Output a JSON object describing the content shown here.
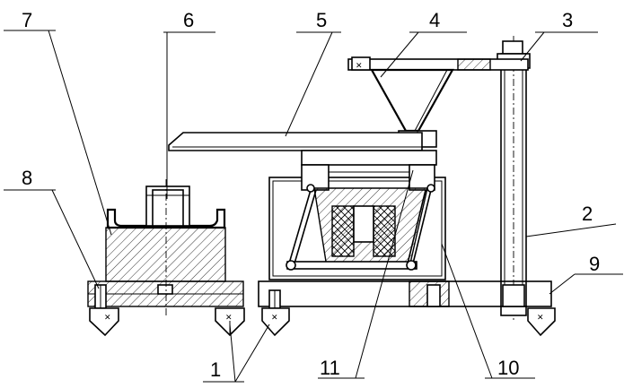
{
  "figure": {
    "labels": [
      {
        "id": "label-1",
        "text": "1"
      },
      {
        "id": "label-2",
        "text": "2"
      },
      {
        "id": "label-3",
        "text": "3"
      },
      {
        "id": "label-4",
        "text": "4"
      },
      {
        "id": "label-5",
        "text": "5"
      },
      {
        "id": "label-6",
        "text": "6"
      },
      {
        "id": "label-7",
        "text": "7"
      },
      {
        "id": "label-8",
        "text": "8"
      },
      {
        "id": "label-9",
        "text": "9"
      },
      {
        "id": "label-10",
        "text": "10"
      },
      {
        "id": "label-11",
        "text": "11"
      }
    ]
  }
}
